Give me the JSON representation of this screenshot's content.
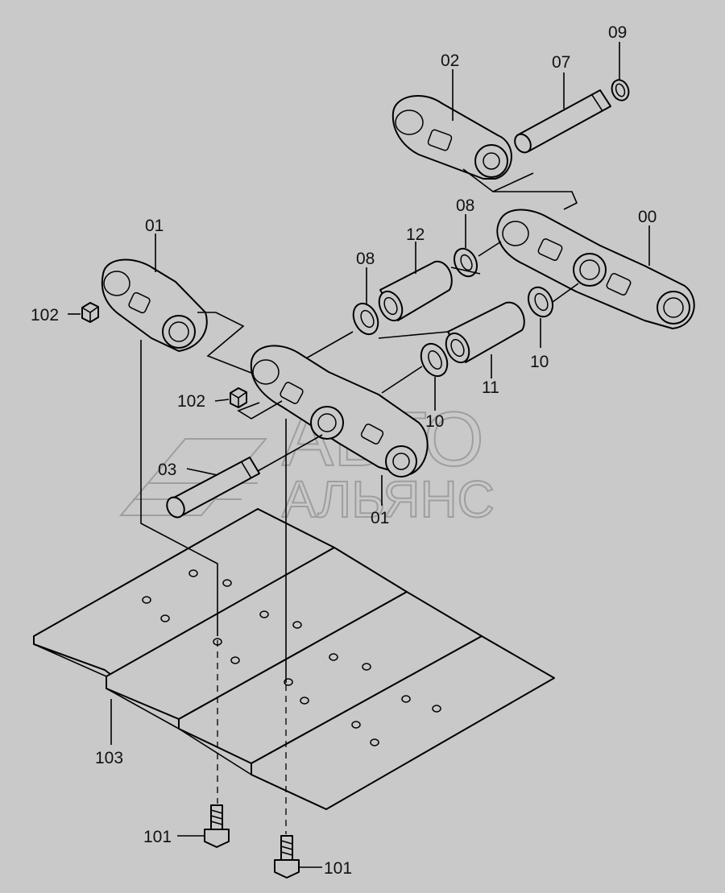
{
  "watermark": {
    "line1": "АВТО",
    "line2": "АЛЬЯНС"
  },
  "labels": {
    "l02": "02",
    "l07": "07",
    "l09": "09",
    "l08a": "08",
    "l00": "00",
    "l01a": "01",
    "l12": "12",
    "l08b": "08",
    "l102a": "102",
    "l10a": "10",
    "l11": "11",
    "l102b": "102",
    "l10b": "10",
    "l03": "03",
    "l01b": "01",
    "l103": "103",
    "l101a": "101",
    "l101b": "101"
  }
}
